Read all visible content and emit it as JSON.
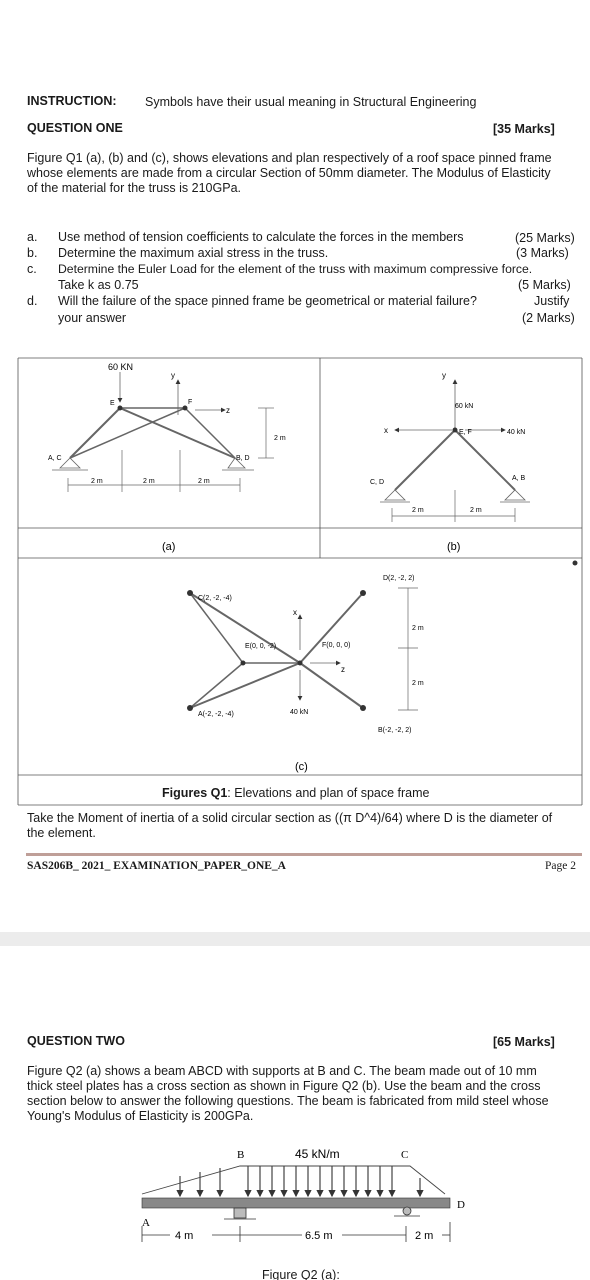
{
  "page1": {
    "instruction_label": "INSTRUCTION:",
    "instruction_text": "Symbols have their usual meaning in Structural Engineering",
    "question_title": "QUESTION ONE",
    "question_marks": "[35 Marks]",
    "intro_lines": [
      "Figure Q1 (a), (b) and (c), shows elevations and plan respectively of a roof space pinned frame",
      "whose elements are made from a circular Section of 50mm diameter. The Modulus of Elasticity",
      "of the material for the truss is 210GPa."
    ],
    "items": [
      {
        "letter": "a.",
        "text": "Use method of tension coefficients to calculate the forces in the members",
        "marks": "(25 Marks)"
      },
      {
        "letter": "b.",
        "text": "Determine the maximum axial stress in the truss.",
        "marks": "(3 Marks)"
      },
      {
        "letter": "c.",
        "text": "Determine the Euler Load for the element of the truss with maximum compressive force.",
        "text2": "Take k as 0.75",
        "marks": "(5 Marks)"
      },
      {
        "letter": "d.",
        "text": "Will the failure of the space pinned frame be geometrical or material failure?",
        "marks_word": "Justify",
        "text2": "your answer",
        "marks": "(2 Marks)"
      }
    ],
    "fig_a": {
      "load": "60 KN",
      "y": "y",
      "e": "E",
      "f": "F",
      "z": "z",
      "ac": "A, C",
      "bd": "B, D",
      "dim1": "2 m",
      "dim2": "2 m",
      "dim3": "2 m",
      "dimv": "2 m",
      "caption": "(a)"
    },
    "fig_b": {
      "y": "y",
      "load": "60 kN",
      "x": "x",
      "ef": "E, F",
      "side_load": "40 kN",
      "cd": "C, D",
      "ab": "A, B",
      "dim1": "2 m",
      "dim2": "2 m",
      "caption": "(b)"
    },
    "fig_c": {
      "c": "C(2, -2, -4)",
      "d": "D(2, -2, 2)",
      "e": "E(0, 0, -2)",
      "f": "F(0, 0, 0)",
      "a": "A(-2, -2, -4)",
      "b": "B(-2, -2, 2)",
      "x": "x",
      "z": "z",
      "load": "40 kN",
      "dim1": "2 m",
      "dim2": "2 m",
      "caption": "(c)"
    },
    "fig_caption_bold": "Figures Q1",
    "fig_caption_rest": ": Elevations and plan of space frame",
    "inertia_lines": [
      "Take the Moment of inertia of a solid circular section as ((π D^4)/64) where D is the diameter of",
      "the element."
    ],
    "footer_left": "SAS206B_ 2021_ EXAMINATION_PAPER_ONE_A",
    "footer_right": "Page 2"
  },
  "page2": {
    "question_title": "QUESTION TWO",
    "question_marks": "[65 Marks]",
    "body_lines": [
      "Figure Q2 (a) shows a beam ABCD with supports at B and C. The beam made out of 10 mm",
      "thick steel plates has a cross section as shown in Figure Q2 (b). Use the beam and the cross",
      "section below to answer the following questions. The beam is fabricated from mild steel whose",
      "Young's Modulus of Elasticity is 200GPa."
    ],
    "beam": {
      "b": "B",
      "c": "C",
      "a": "A",
      "d": "D",
      "load": "45 kN/m",
      "dim1": "4 m",
      "dim2": "6.5 m",
      "dim3": "2 m"
    },
    "fig_caption": "Figure Q2 (a):"
  }
}
